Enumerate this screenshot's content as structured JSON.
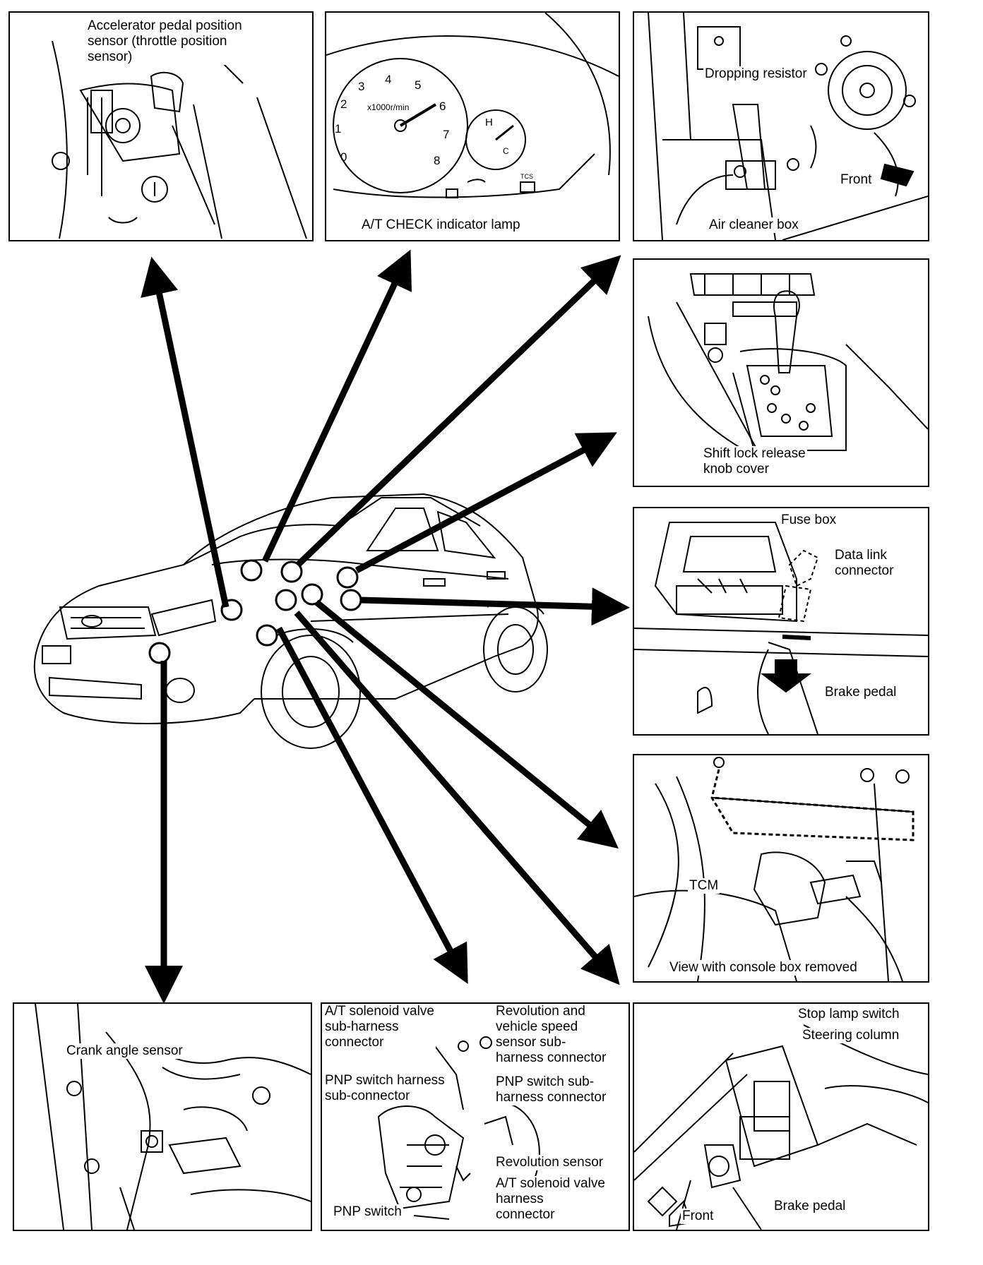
{
  "panels": {
    "accelerator": {
      "label": "Accelerator pedal position\nsensor (throttle position\nsensor)"
    },
    "meter": {
      "label": "A/T CHECK indicator lamp",
      "scale": "x1000r/min",
      "ticks": [
        "0",
        "1",
        "2",
        "3",
        "4",
        "5",
        "6",
        "7",
        "8"
      ],
      "temp_h": "H",
      "temp_c": "C",
      "tcs": "TCS"
    },
    "dropping": {
      "resistor": "Dropping resistor",
      "front": "Front",
      "aircleaner": "Air cleaner box"
    },
    "shiftlock": {
      "label": "Shift lock release\nknob cover"
    },
    "fusebox": {
      "fuse": "Fuse box",
      "datalink": "Data link\nconnector",
      "brake": "Brake pedal"
    },
    "tcm": {
      "tcm": "TCM",
      "view": "View with console box removed"
    },
    "crank": {
      "label": "Crank angle sensor"
    },
    "transaxle": {
      "solenoid_sub": "A/T solenoid valve\nsub-harness\nconnector",
      "rev_vss": "Revolution and\nvehicle speed\nsensor sub-\nharness connector",
      "pnp_harness": "PNP switch harness\nsub-connector",
      "pnp_sub": "PNP switch sub-\nharness connector",
      "rev_sensor": "Revolution sensor",
      "solenoid": "A/T solenoid valve\nharness\nconnector",
      "pnp": "PNP switch"
    },
    "stoplamp": {
      "switch": "Stop lamp switch",
      "column": "Steering column",
      "front": "Front",
      "brake": "Brake pedal"
    }
  }
}
